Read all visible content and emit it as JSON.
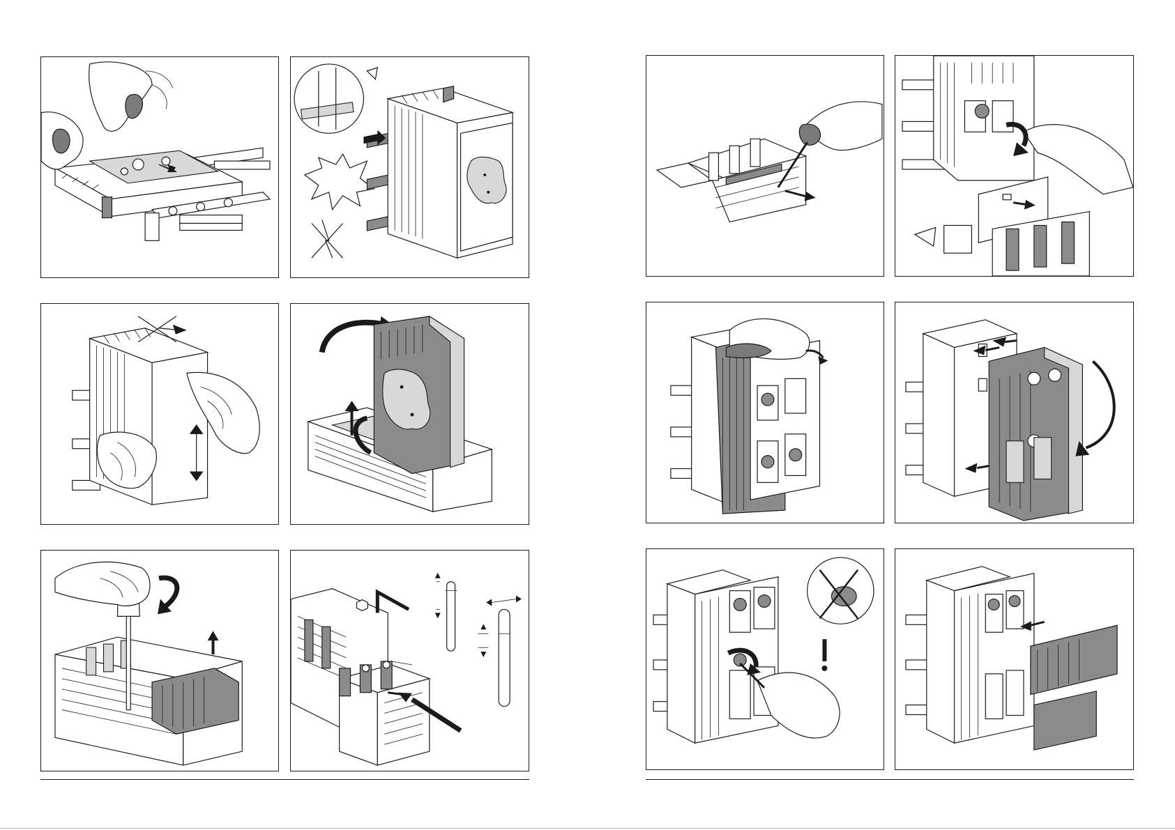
{
  "page": {
    "title": "",
    "left_sheet": {
      "panels": [
        {
          "id": "p1",
          "icon": "hand-pull-base-icon"
        },
        {
          "id": "p2",
          "icon": "rail-clip-detail-icon"
        },
        {
          "id": "p3",
          "icon": "hand-lift-module-icon"
        },
        {
          "id": "p4",
          "icon": "flip-cover-icon"
        },
        {
          "id": "p5",
          "icon": "screwdriver-tighten-icon"
        },
        {
          "id": "p6",
          "icon": "cable-strip-dimension-icon"
        }
      ]
    },
    "right_sheet": {
      "panels": [
        {
          "id": "p7",
          "icon": "pry-clip-icon"
        },
        {
          "id": "p8",
          "icon": "remove-shield-icon"
        },
        {
          "id": "p9",
          "icon": "hinge-cover-icon"
        },
        {
          "id": "p10",
          "icon": "rotate-housing-icon"
        },
        {
          "id": "p11",
          "icon": "warning-no-rotate-icon"
        },
        {
          "id": "p12",
          "icon": "attach-terminal-cover-icon"
        }
      ]
    },
    "colors": {
      "line": "#1a1a1a",
      "dark_part": "#8b8b8b",
      "light_part": "#d8d8d8"
    }
  }
}
